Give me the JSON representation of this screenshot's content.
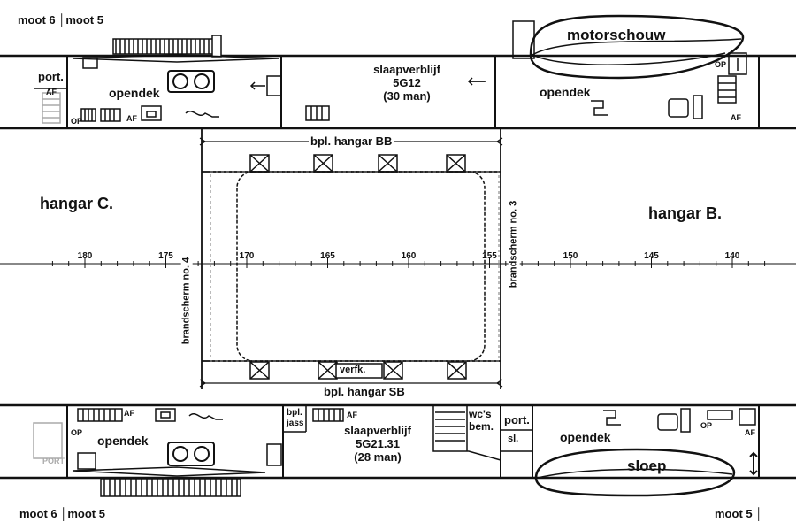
{
  "markers": {
    "top_left": "moot 6 │moot 5",
    "bottom_left": "moot 6 │moot 5",
    "bottom_right": "moot 5 │"
  },
  "top_deck": {
    "port": "port.",
    "af_left": "AF",
    "op_left": "OP",
    "af_stair": "AF",
    "opendek_left": "opendek",
    "slaapverblijf": {
      "line1": "slaapverblijf",
      "line2": "5G12",
      "line3": "(30 man)"
    },
    "opendek_right": "opendek",
    "motorschouw": "motorschouw",
    "op_right": "OP",
    "af_right": "AF"
  },
  "hangar": {
    "bb": "bpl. hangar BB",
    "sb": "bpl. hangar SB",
    "left": "hangar C.",
    "right": "hangar B.",
    "screen4": "brandscherm no. 4",
    "screen3": "brandscherm no. 3",
    "verfk": "verfk."
  },
  "ruler": {
    "ticks": [
      "180",
      "175",
      "170",
      "165",
      "160",
      "155",
      "150",
      "145",
      "140"
    ]
  },
  "bottom_deck": {
    "af_left": "AF",
    "op_left": "OP",
    "port_faded": "PORT",
    "opendek_left": "opendek",
    "bpl_jass": {
      "line1": "bpl.",
      "line2": "jass"
    },
    "af_mid": "AF",
    "slaapverblijf": {
      "line1": "slaapverblijf",
      "line2": "5G21.31",
      "line3": "(28 man)"
    },
    "wcs": {
      "line1": "wc's",
      "line2": "bem."
    },
    "port": "port.",
    "sl": "sl.",
    "opendek_right": "opendek",
    "sloep": "sloep",
    "op_right": "OP",
    "af_right": "AF"
  }
}
